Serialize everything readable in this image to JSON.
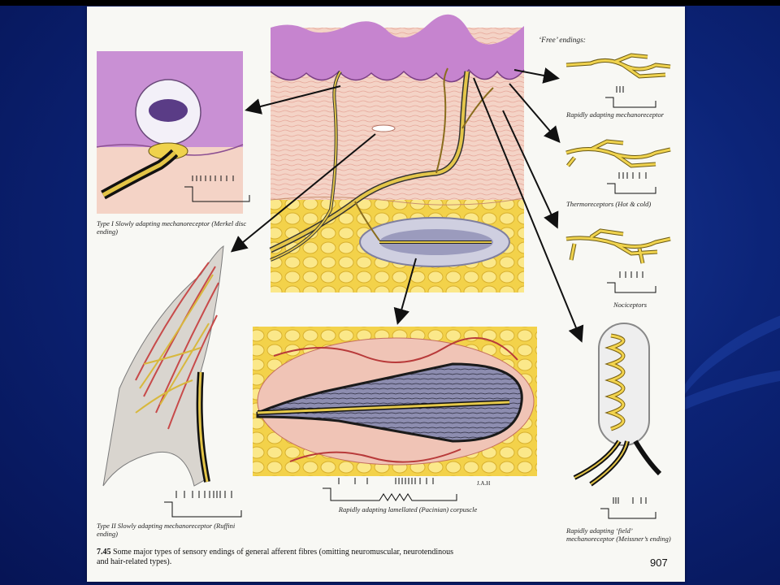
{
  "labels": {
    "free_endings": "‘Free’ endings:",
    "merkel": "Type I Slowly adapting mechanoreceptor (Merkel disc ending)",
    "ruffini": "Type II Slowly adapting mechanoreceptor (Ruffini ending)",
    "pacinian": "Rapidly adapting lamellated (Pacinian) corpuscle",
    "rapid_mech": "Rapidly adapting mechanoreceptor",
    "thermo": "Thermoreceptors (Hot & cold)",
    "noci": "Nociceptors",
    "meissner": "Rapidly adapting ‘field’ mechanoreceptor (Meissner’s ending)",
    "signature": "J.A.H"
  },
  "figure": {
    "number": "7.45",
    "caption": "Some major types of sensory endings of general afferent fibres (omitting neuromuscular, neurotendinous and hair-related types)."
  },
  "page_number": "907",
  "colors": {
    "background": "#0c2478",
    "epidermis": "#c98ad0",
    "dermis": "#f1cfc3",
    "fat": "#f5d64e",
    "nerve": "#e0c341",
    "capsule": "#8f8faf"
  }
}
